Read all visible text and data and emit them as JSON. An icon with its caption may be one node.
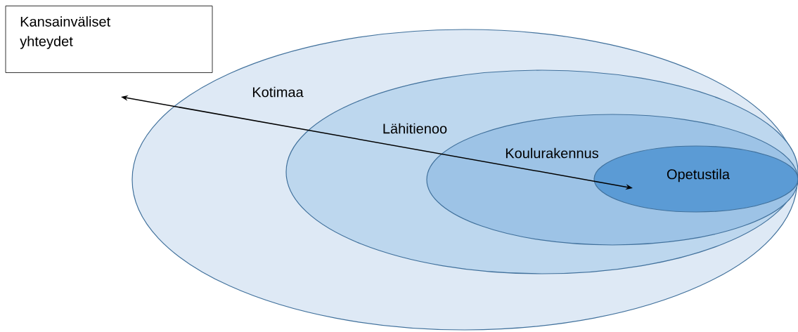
{
  "diagram": {
    "nodes": [
      {
        "text": [
          "Kansainväliset yhteydet"
        ]
      },
      {
        "text": [
          "Kotimaa"
        ]
      },
      {
        "text": [
          "Lähitienoo"
        ],
        "in": 1
      },
      {
        "text": [
          "Koulurakennus"
        ],
        "in": 2
      },
      {
        "text": [
          "Opetustila"
        ],
        "in": 3
      }
    ],
    "edges": [
      {
        "from": null,
        "to": 4,
        "arrow": "both"
      }
    ]
  }
}
